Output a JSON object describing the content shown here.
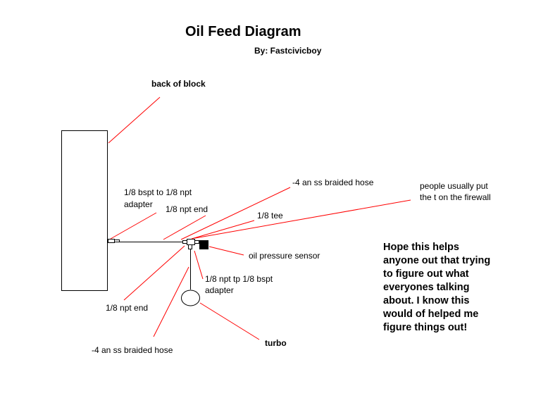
{
  "title": "Oil Feed Diagram",
  "byline": "By: Fastcivicboy",
  "labels": {
    "back_of_block": "back of block",
    "bspt_to_npt_adapter_l1": "1/8 bspt to 1/8 npt",
    "bspt_to_npt_adapter_l2": "adapter",
    "npt_end_top": "1/8 npt end",
    "braided_hose_top": "-4 an ss braided hose",
    "tee": "1/8  tee",
    "firewall_l1": "people usually put",
    "firewall_l2": "the t on the firewall",
    "oil_pressure_sensor": "oil pressure sensor",
    "npt_to_bspt_adapter_l1": "1/8 npt tp 1/8 bspt",
    "npt_to_bspt_adapter_l2": "adapter",
    "npt_end_bottom": "1/8 npt end",
    "braided_hose_bottom": "-4 an ss braided hose",
    "turbo": "turbo"
  },
  "note": {
    "line1": "Hope this helps",
    "line2": "anyone out that trying",
    "line3": "to figure out what",
    "line4": "everyones talking",
    "line5": "about. I know this",
    "line6": "would of helped me",
    "line7": "figure things out!"
  },
  "colors": {
    "leader": "#ff0000",
    "outline": "#000000",
    "sensor": "#000000",
    "background": "#ffffff"
  }
}
